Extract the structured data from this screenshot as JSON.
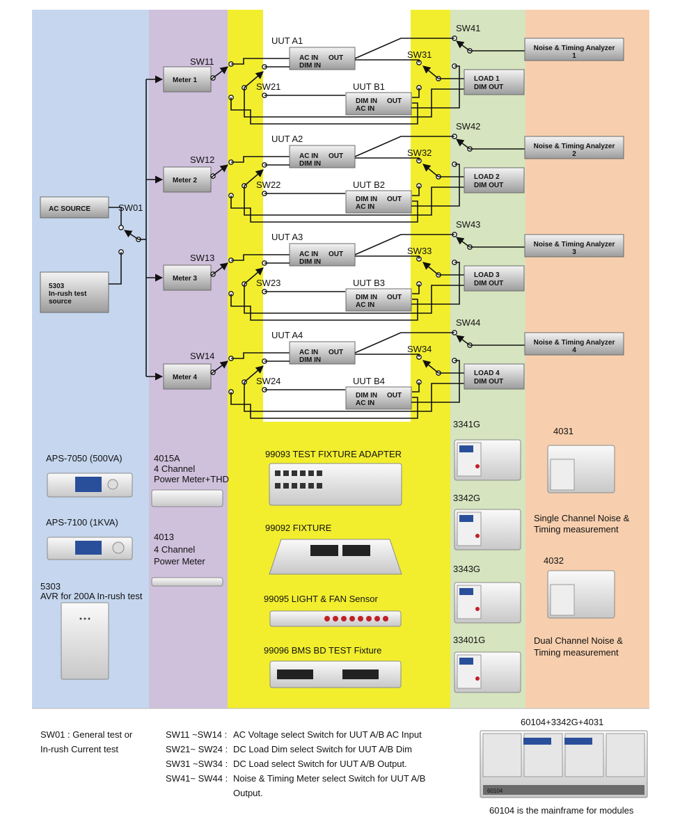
{
  "source": {
    "ac_source": "AC SOURCE",
    "inrush_lines": [
      "5303",
      "In-rush test",
      "source"
    ],
    "sw01": "SW01"
  },
  "meters": [
    "Meter 1",
    "Meter 2",
    "Meter 3",
    "Meter 4"
  ],
  "groups": [
    {
      "sw_ac": "SW11",
      "sw_dim": "SW21",
      "sw_load": "SW31",
      "sw_noise": "SW41",
      "uut_a": "UUT A1",
      "uut_b": "UUT B1",
      "load": [
        "LOAD 1",
        "DIM OUT"
      ],
      "analyzer": [
        "Noise & Timing Analyzer",
        "1"
      ]
    },
    {
      "sw_ac": "SW12",
      "sw_dim": "SW22",
      "sw_load": "SW32",
      "sw_noise": "SW42",
      "uut_a": "UUT A2",
      "uut_b": "UUT B2",
      "load": [
        "LOAD 2",
        "DIM OUT"
      ],
      "analyzer": [
        "Noise & Timing Analyzer",
        "2"
      ]
    },
    {
      "sw_ac": "SW13",
      "sw_dim": "SW23",
      "sw_load": "SW33",
      "sw_noise": "SW43",
      "uut_a": "UUT A3",
      "uut_b": "UUT B3",
      "load": [
        "LOAD 3",
        "DIM OUT"
      ],
      "analyzer": [
        "Noise & Timing Analyzer",
        "3"
      ]
    },
    {
      "sw_ac": "SW14",
      "sw_dim": "SW24",
      "sw_load": "SW34",
      "sw_noise": "SW44",
      "uut_a": "UUT A4",
      "uut_b": "UUT B4",
      "load": [
        "LOAD 4",
        "DIM OUT"
      ],
      "analyzer": [
        "Noise & Timing Analyzer",
        "4"
      ]
    }
  ],
  "uut_ports": {
    "ac_in": "AC IN",
    "dim_in": "DIM IN",
    "out": "OUT"
  },
  "products": {
    "aps7050": "APS-7050 (500VA)",
    "aps7100": "APS-7100 (1KVA)",
    "avr_5303": [
      "5303",
      "AVR for 200A In-rush test"
    ],
    "pm_4015a": [
      "4015A",
      "4 Channel",
      "Power Meter+THD"
    ],
    "pm_4013": [
      "4013",
      "4 Channel",
      "Power Meter"
    ],
    "fx_99093": "99093 TEST FIXTURE ADAPTER",
    "fx_99092": "99092 FIXTURE",
    "fx_99095": "99095 LIGHT & FAN Sensor",
    "fx_99096": "99096 BMS BD TEST Fixture",
    "loads": [
      "3341G",
      "3342G",
      "3343G",
      "33401G"
    ],
    "nt_4031": [
      "4031",
      "Single Channel Noise &",
      "Timing measurement"
    ],
    "nt_4032": [
      "4032",
      "Dual Channel Noise &",
      "Timing measurement"
    ]
  },
  "notes": {
    "sw01_lines": [
      "SW01 : General test or",
      "In-rush Current test"
    ],
    "rows": [
      {
        "key": "SW11 ~SW14 :",
        "text": "AC Voltage select Switch for UUT A/B AC Input"
      },
      {
        "key": "SW21~ SW24 :",
        "text": "DC Load Dim select Switch for UUT A/B Dim"
      },
      {
        "key": "SW31 ~SW34 :",
        "text": "DC Load select Switch for UUT A/B Output."
      },
      {
        "key": "SW41~ SW44 :",
        "text": "Noise & Timing Meter select Switch for UUT A/B"
      },
      {
        "key": "",
        "text": "Output."
      }
    ],
    "mainframe_title": "60104+3342G+4031",
    "mainframe_caption": "60104 is the mainframe for modules",
    "mainframe_label": "60104"
  },
  "colors": {
    "zone_source": "#c5d6ee",
    "zone_meter": "#cfc0dc",
    "zone_fixture": "#f2ee2e",
    "zone_load": "#d6e4bf",
    "zone_analyzer": "#f7cfae",
    "box_gray": "#9a9a9a"
  }
}
